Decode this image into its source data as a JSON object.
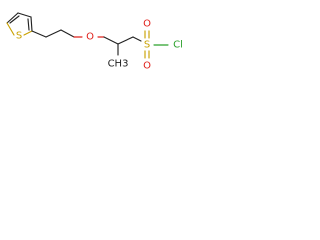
{
  "molecule": {
    "atoms": {
      "sulfur_ring": {
        "label": "S",
        "color": "#c9a100"
      },
      "ether_oxygen": {
        "label": "O",
        "color": "#e0201a"
      },
      "methyl": {
        "label": "CH3",
        "color": "#222222"
      },
      "sulfonyl_sulfur": {
        "label": "S",
        "color": "#c9a100"
      },
      "sulfonyl_oxygen_top": {
        "label": "O",
        "color": "#e0201a"
      },
      "sulfonyl_oxygen_bottom": {
        "label": "O",
        "color": "#e0201a"
      },
      "chlorine": {
        "label": "Cl",
        "color": "#2aa02a"
      }
    },
    "bond_color": "#222222"
  }
}
